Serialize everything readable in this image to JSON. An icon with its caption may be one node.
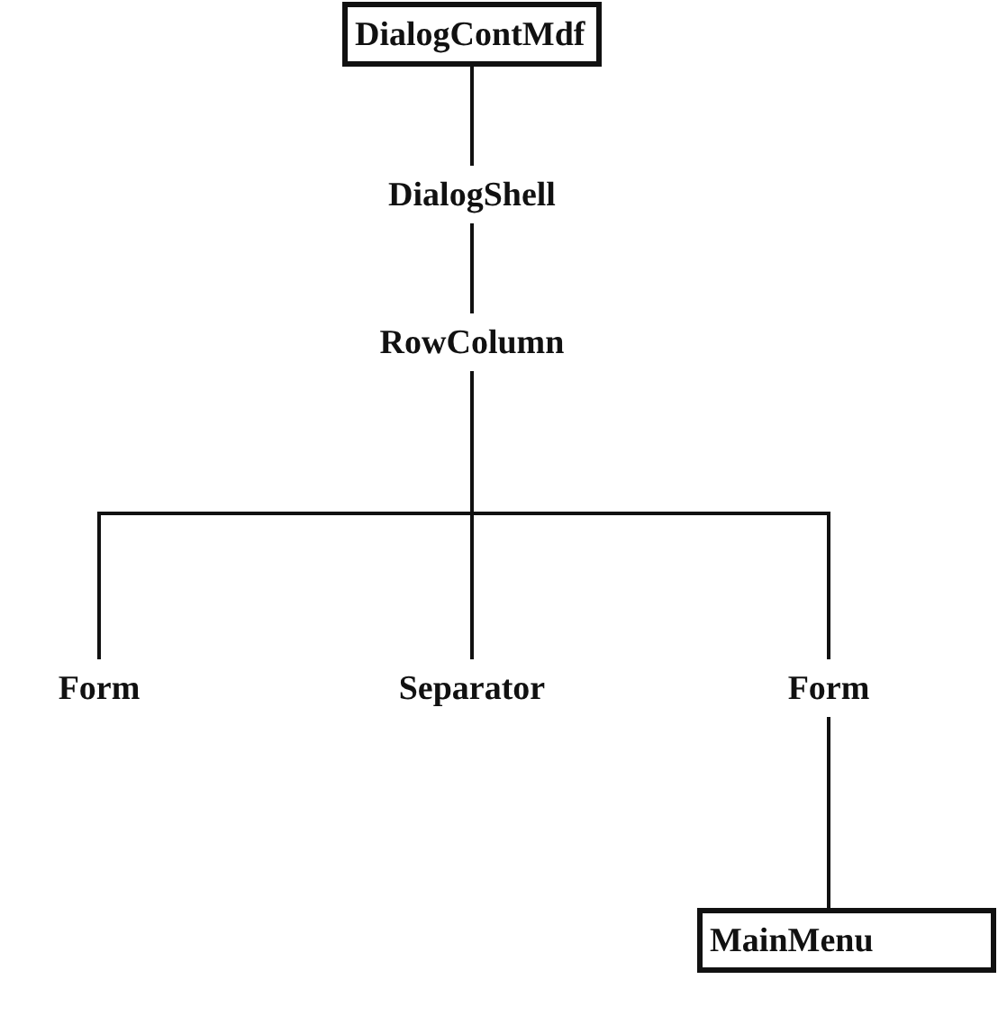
{
  "diagram": {
    "nodes": [
      {
        "text": [
          "DialogContMdf"
        ]
      },
      {
        "text": [
          "DialogShell"
        ]
      },
      {
        "text": [
          "RowColumn"
        ]
      },
      {
        "text": [
          "Form"
        ]
      },
      {
        "text": [
          "Separator"
        ]
      },
      {
        "text": [
          "Form"
        ]
      },
      {
        "text": [
          "MainMenu"
        ]
      }
    ],
    "edges": [
      {
        "from": 0,
        "to": 1,
        "arrow": "none"
      },
      {
        "from": 1,
        "to": 2,
        "arrow": "none"
      },
      {
        "from": 2,
        "to": 3,
        "arrow": "none"
      },
      {
        "from": 2,
        "to": 4,
        "arrow": "none"
      },
      {
        "from": 2,
        "to": 5,
        "arrow": "none"
      },
      {
        "from": 5,
        "to": 6,
        "arrow": "none"
      }
    ]
  }
}
